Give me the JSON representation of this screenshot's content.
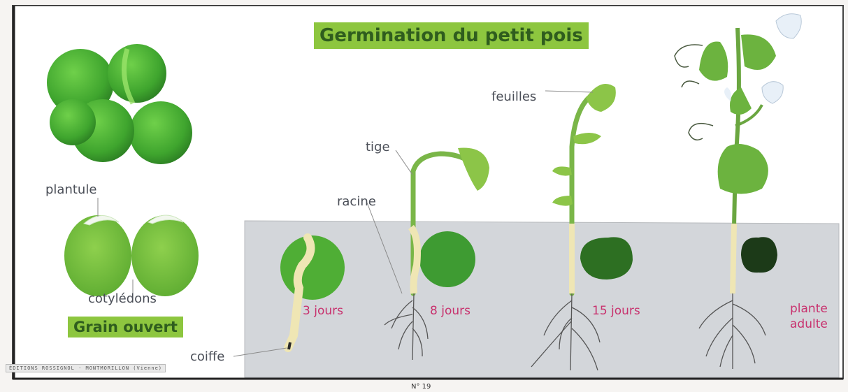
{
  "title": "Germination du petit pois",
  "seed": {
    "plantule_label": "plantule",
    "cotyledons_label": "cotylédons",
    "open_seed_label": "Grain ouvert"
  },
  "parts": {
    "coiffe": "coiffe",
    "racine": "racine",
    "tige": "tige",
    "feuilles": "feuilles"
  },
  "stages": [
    {
      "label": "3 jours"
    },
    {
      "label": "8 jours"
    },
    {
      "label": "15 jours"
    },
    {
      "label": "plante",
      "label2": "adulte"
    }
  ],
  "credit": "ÉDITIONS ROSSIGNOL · MONTMORILLON (Vienne)",
  "plate_number": "N° 19",
  "colors": {
    "pea_green": "#5fbf3a",
    "banner_green": "#8dc63f",
    "soil_gray": "#d3d6da",
    "stage_label": "#c8326e",
    "stem_cream": "#efe6b4"
  }
}
